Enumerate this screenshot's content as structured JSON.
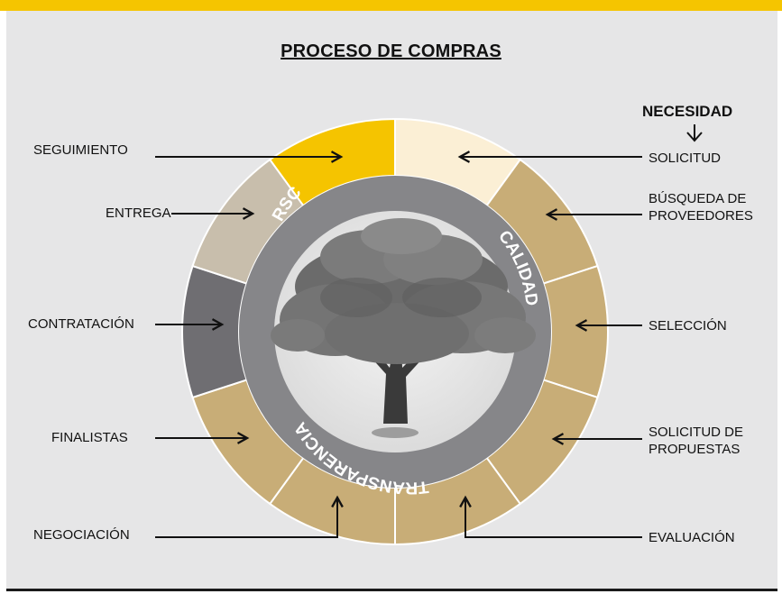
{
  "title": "PROCESO DE COMPRAS",
  "start_label": "NECESIDAD",
  "ring_words": {
    "left": "RSC",
    "right": "CALIDAD",
    "bottom": "TRANSPARENCIA"
  },
  "colors": {
    "top_bar": "#f5c500",
    "panel": "#e6e6e7",
    "gold": "#c8ad77",
    "light_cream": "#fbefd5",
    "yellow": "#f5c400",
    "taupe": "#c8beac",
    "dark_gray": "#6f6e72",
    "inner_ring": "#868689"
  },
  "steps": [
    {
      "label": "SOLICITUD",
      "side": "right"
    },
    {
      "label": "BÚSQUEDA DE\nPROVEEDORES",
      "side": "right"
    },
    {
      "label": "SELECCIÓN",
      "side": "right"
    },
    {
      "label": "SOLICITUD DE\nPROPUESTAS",
      "side": "right"
    },
    {
      "label": "EVALUACIÓN",
      "side": "right"
    },
    {
      "label": "NEGOCIACIÓN",
      "side": "left"
    },
    {
      "label": "FINALISTAS",
      "side": "left"
    },
    {
      "label": "CONTRATACIÓN",
      "side": "left"
    },
    {
      "label": "ENTREGA",
      "side": "left"
    },
    {
      "label": "SEGUIMIENTO",
      "side": "left"
    }
  ]
}
